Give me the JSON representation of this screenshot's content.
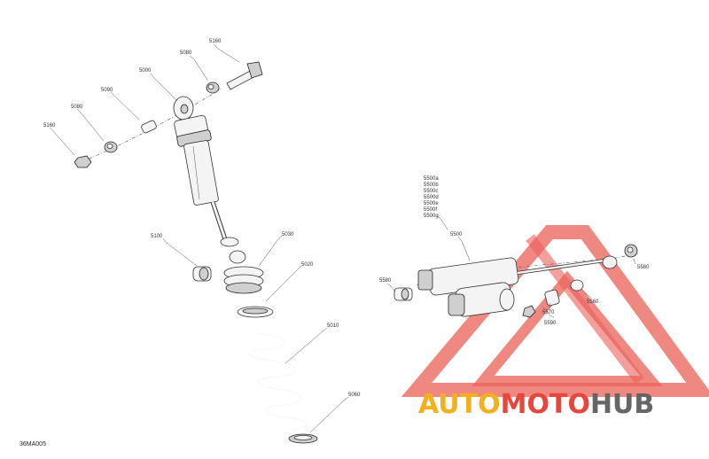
{
  "diagram": {
    "drawing_code": "36MA005",
    "front_shock": {
      "labels": [
        "5160",
        "5080",
        "5090",
        "5080",
        "5160",
        "5000",
        "5100",
        "5030",
        "5020",
        "5010",
        "5060"
      ]
    },
    "rear_shock": {
      "variant_labels": [
        "5500a",
        "5500b",
        "5500c",
        "5500d",
        "5500e",
        "5500f",
        "5500g"
      ],
      "labels": [
        "5500",
        "5580",
        "5590",
        "5570",
        "5560",
        "5580"
      ]
    }
  },
  "watermark": {
    "brand_part1": "AUTO",
    "brand_part2": "MOTO",
    "brand_part3": "HUB",
    "colors": {
      "triangle": "#e8453c",
      "auto": "#f2b01e",
      "moto": "#e8453c",
      "hub": "#666666"
    }
  }
}
